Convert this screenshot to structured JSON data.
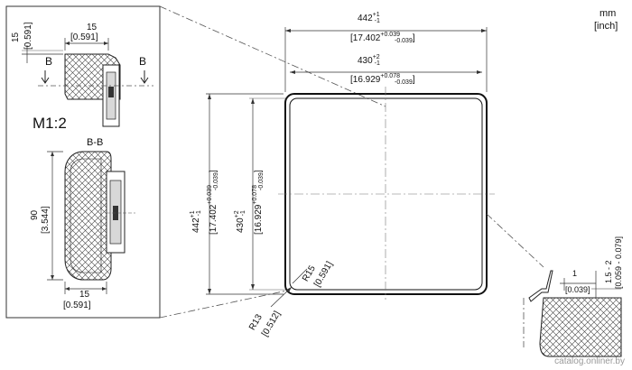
{
  "units": {
    "line1": "mm",
    "line2": "[inch]"
  },
  "scale": "M1:2",
  "section": {
    "marker_left": "B",
    "marker_right": "B",
    "title": "B-B"
  },
  "detail": {
    "top_width": "15",
    "top_width_in": "[0.591]",
    "top_height": "15",
    "top_height_in": "[0.591]",
    "height": "90",
    "height_in": "[3.544]",
    "bottom_width": "15",
    "bottom_width_in": "[0.591]"
  },
  "main": {
    "outer_w": {
      "value": "442",
      "tol_up": "+1",
      "tol_dn": "-1",
      "inch": "17.402",
      "inch_up": "+0.039",
      "inch_dn": "-0.039"
    },
    "inner_w": {
      "value": "430",
      "tol_up": "+2",
      "tol_dn": "-1",
      "inch": "16.929",
      "inch_up": "+0.078",
      "inch_dn": "-0.039"
    },
    "outer_h": {
      "value": "442",
      "tol_up": "+1",
      "tol_dn": "-1",
      "inch": "17.402",
      "inch_up": "+0.039",
      "inch_dn": "-0.039"
    },
    "inner_h": {
      "value": "430",
      "tol_up": "+2",
      "tol_dn": "-1",
      "inch": "16.929",
      "inch_up": "+0.078",
      "inch_dn": "-0.039"
    },
    "r_inner": "R15",
    "r_inner_in": "[0.591]",
    "r_outer": "R13",
    "r_outer_in": "[0.512]"
  },
  "edge": {
    "gap": "1",
    "gap_in": "[0.039]",
    "depth": "1.5 - 2",
    "depth_in": "[0.059 - 0.079]"
  },
  "watermark": "catalog.onliner.by"
}
